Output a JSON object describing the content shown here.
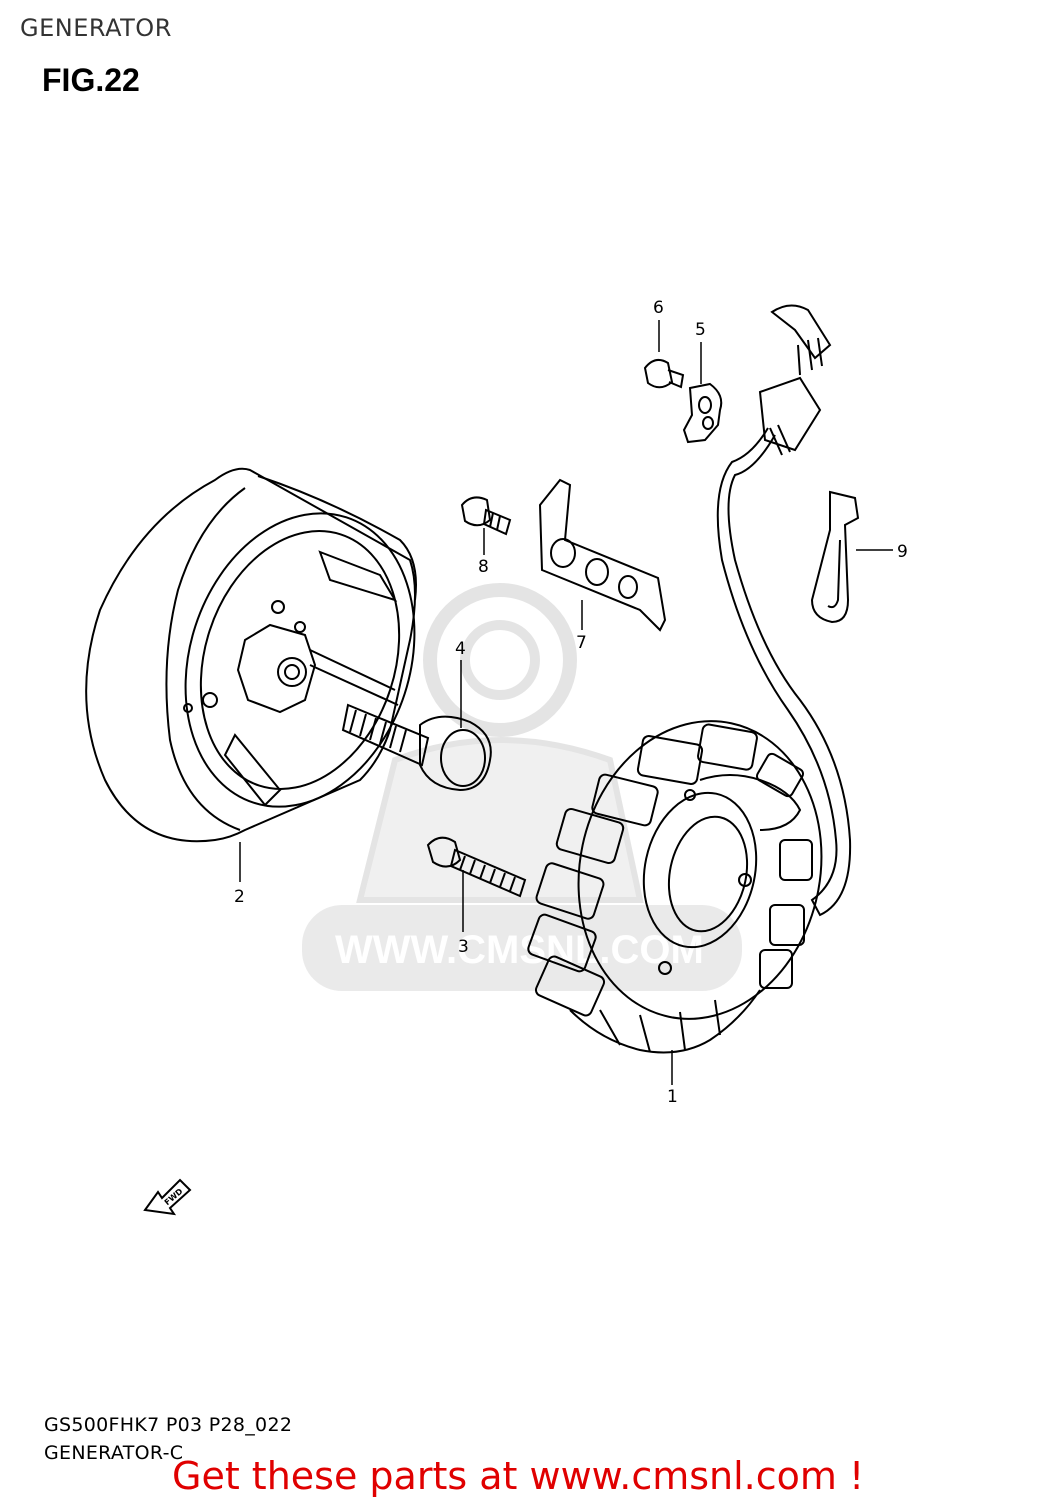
{
  "header": {
    "title": "GENERATOR"
  },
  "figure": {
    "label": "FIG.22"
  },
  "parts": [
    {
      "id": "p1",
      "number": "1"
    },
    {
      "id": "p2",
      "number": "2"
    },
    {
      "id": "p3",
      "number": "3"
    },
    {
      "id": "p4",
      "number": "4"
    },
    {
      "id": "p5",
      "number": "5"
    },
    {
      "id": "p6",
      "number": "6"
    },
    {
      "id": "p7",
      "number": "7"
    },
    {
      "id": "p8",
      "number": "8"
    },
    {
      "id": "p9",
      "number": "9"
    }
  ],
  "direction_marker": {
    "label": "FWD"
  },
  "watermark": {
    "text": "WWW.CMSNL.COM"
  },
  "footer": {
    "model_code": "GS500FHK7 P03 P28_022",
    "diagram_code": "GENERATOR-C"
  },
  "cta": {
    "text": "Get these parts at www.cmsnl.com !"
  },
  "colors": {
    "cta": "#e00000",
    "watermark": "#d9d9d9",
    "line": "#000000"
  }
}
